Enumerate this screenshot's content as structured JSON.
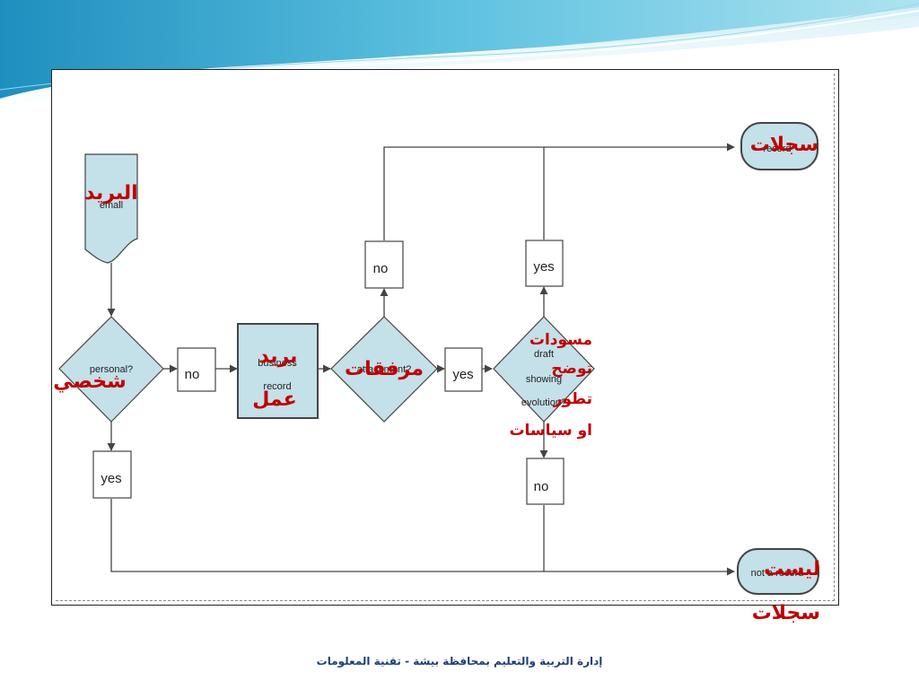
{
  "nodes": {
    "email": {
      "label": "email",
      "label_ar": "البريد"
    },
    "personal": {
      "label": "personal?",
      "label_ar": "شخصي"
    },
    "business_record": {
      "label_line1": "business",
      "label_line2": "record",
      "label_ar_line1": "بريد",
      "label_ar_line2": "عمل"
    },
    "attachment": {
      "label": "attachment?",
      "label_ar": "مرفقات"
    },
    "draft": {
      "label_line1": "draft",
      "label_line2": "showing",
      "label_line3": "evolution?",
      "label_ar_line1": "مسودات",
      "label_ar_line2": "توضح",
      "label_ar_line3": "تطور",
      "label_ar_line4": "او سياسات"
    },
    "record": {
      "label": "record",
      "label_ar": "سجلات"
    },
    "not_a_record": {
      "label": "not a record",
      "label_ar_line1": "ليست",
      "label_ar_line2": "سجلات"
    }
  },
  "boxes": {
    "no_personal": "no",
    "yes_personal": "yes",
    "no_attachment": "no",
    "yes_attachment": "yes",
    "yes_draft": "yes",
    "no_draft": "no"
  },
  "footer": {
    "text": "إدارة التربية والتعليم بمحافظة بيشة - تقنية المعلومات"
  },
  "colors": {
    "node_fill": "#c4e0e8",
    "arabic_text": "#c00000",
    "banner": "#2aa3c9",
    "footer_text": "#1f3f7a"
  }
}
